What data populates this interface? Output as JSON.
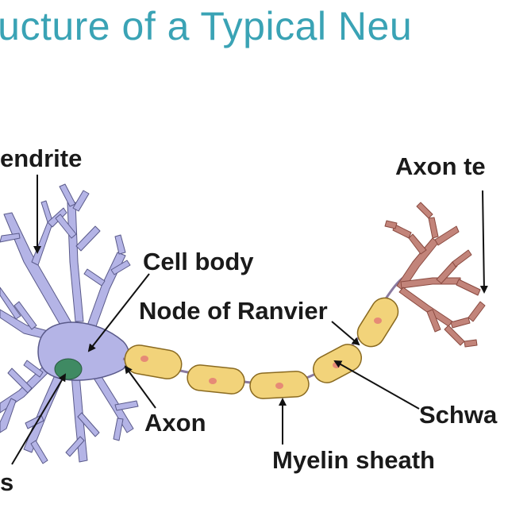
{
  "title": "ructure of a Typical Neu",
  "labels": {
    "dendrite": "endrite",
    "axon_terminal": "Axon te",
    "cell_body": "Cell body",
    "node_of_ranvier": "Node of Ranvier",
    "axon": "Axon",
    "schwann_cell": "Schwa",
    "myelin_sheath": "Myelin sheath",
    "nucleus": "s"
  },
  "colors": {
    "title": "#3aa3b5",
    "cell_body": "#b4b4e6",
    "nucleus": "#3f8a63",
    "myelin": "#f2d37a",
    "myelin_dot": "#e68a76",
    "axon_terminal": "#c2847a"
  }
}
